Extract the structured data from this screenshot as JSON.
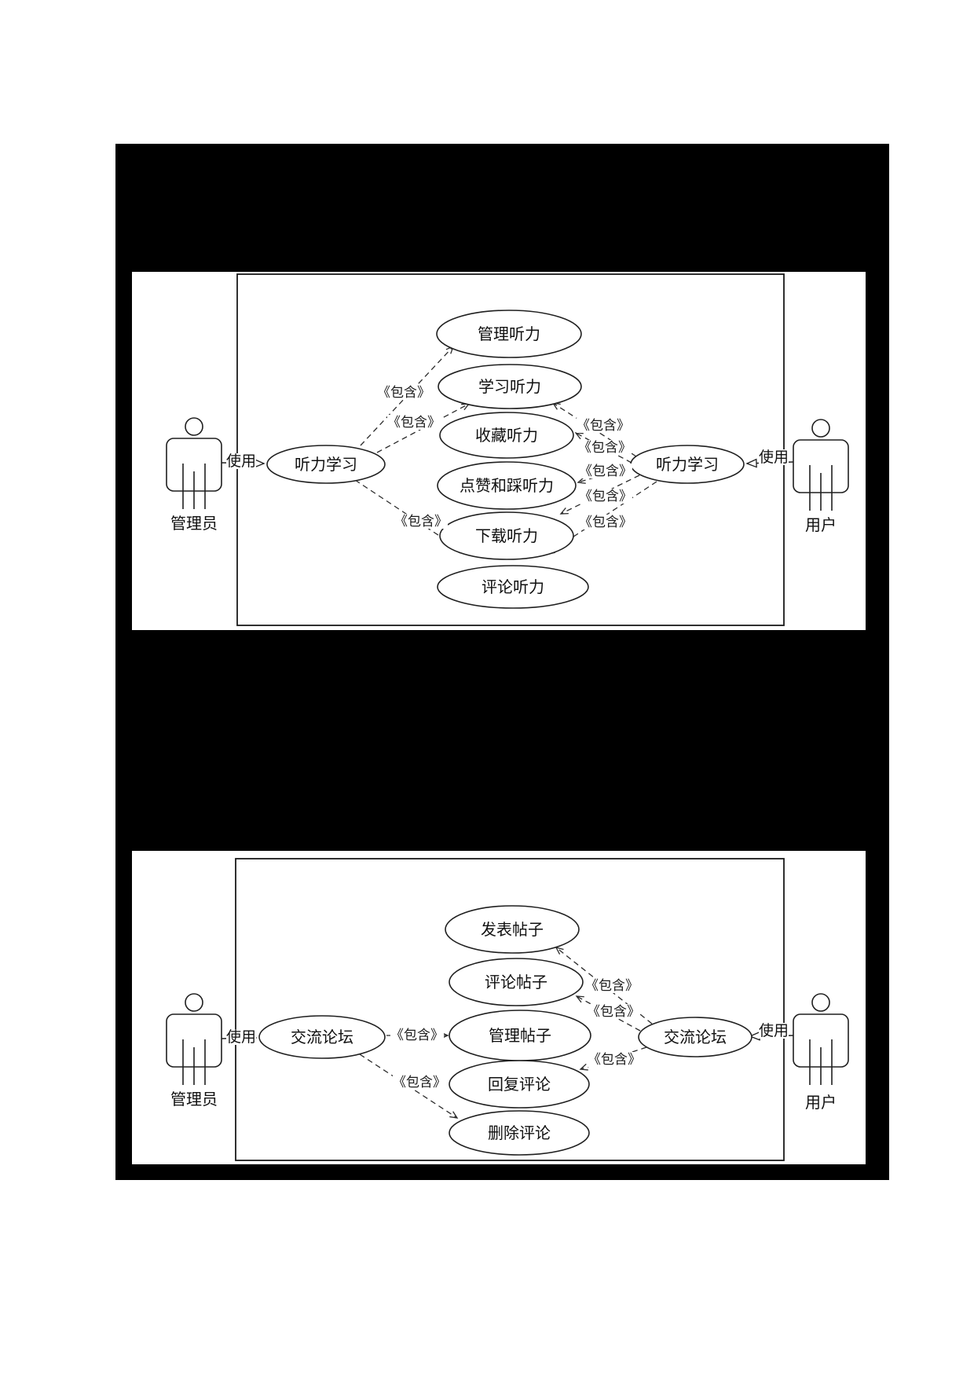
{
  "page": {
    "background_color": "#ffffff",
    "redaction_color": "#000000"
  },
  "diagram1": {
    "left_actor": "管理员",
    "right_actor": "用户",
    "left_usecase": "听力学习",
    "right_usecase": "听力学习",
    "use_label": "使用",
    "include_label": "《包含》",
    "use_cases": [
      "管理听力",
      "学习听力",
      "收藏听力",
      "点赞和踩听力",
      "下载听力",
      "评论听力"
    ]
  },
  "diagram2": {
    "left_actor": "管理员",
    "right_actor": "用户",
    "left_usecase": "交流论坛",
    "right_usecase": "交流论坛",
    "use_label": "使用",
    "include_label": "《包含》",
    "use_cases": [
      "发表帖子",
      "评论帖子",
      "管理帖子",
      "回复评论",
      "删除评论"
    ]
  }
}
